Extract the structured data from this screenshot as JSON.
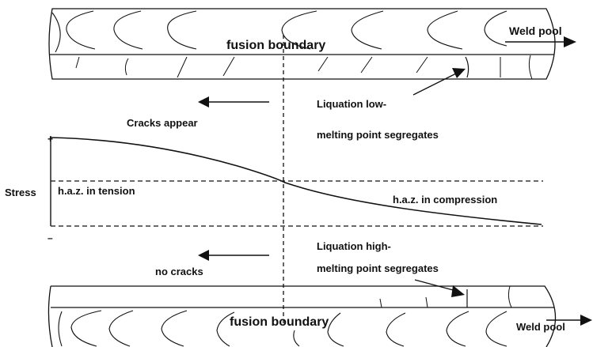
{
  "top_weld": {
    "fusion_boundary_label": "fusion boundary",
    "weld_pool_label": "Weld pool"
  },
  "annotations": {
    "cracks_appear": "Cracks appear",
    "liquation_low_line1": "Liquation low-",
    "liquation_low_line2": "melting point segregates",
    "no_cracks": "no cracks",
    "liquation_high_line1": "Liquation high-",
    "liquation_high_line2": "melting point segregates"
  },
  "stress_plot": {
    "axis_label": "Stress",
    "plus_sign": "+",
    "minus_sign": "–",
    "tension_label": "h.a.z. in tension",
    "compression_label": "h.a.z. in compression"
  },
  "bottom_weld": {
    "fusion_boundary_label": "fusion boundary",
    "weld_pool_label": "Weld pool"
  },
  "colors": {
    "ink": "#111111",
    "background": "#ffffff"
  }
}
